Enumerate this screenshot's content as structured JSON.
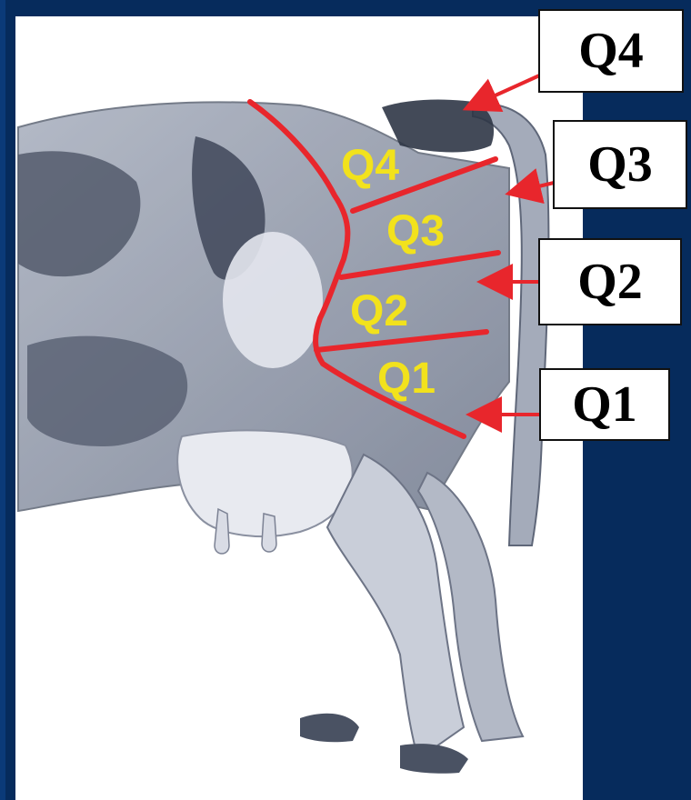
{
  "callouts": [
    {
      "label": "Q4"
    },
    {
      "label": "Q3"
    },
    {
      "label": "Q2"
    },
    {
      "label": "Q1"
    }
  ],
  "zones": [
    {
      "label": "Q4"
    },
    {
      "label": "Q3"
    },
    {
      "label": "Q2"
    },
    {
      "label": "Q1"
    }
  ],
  "colors": {
    "background": "#062b5c",
    "divider_lines": "#e8262c",
    "zone_labels": "#f2e21c",
    "arrows": "#e8262c",
    "callout_fill": "#ffffff",
    "illustration_ink": "#8f97a8"
  }
}
